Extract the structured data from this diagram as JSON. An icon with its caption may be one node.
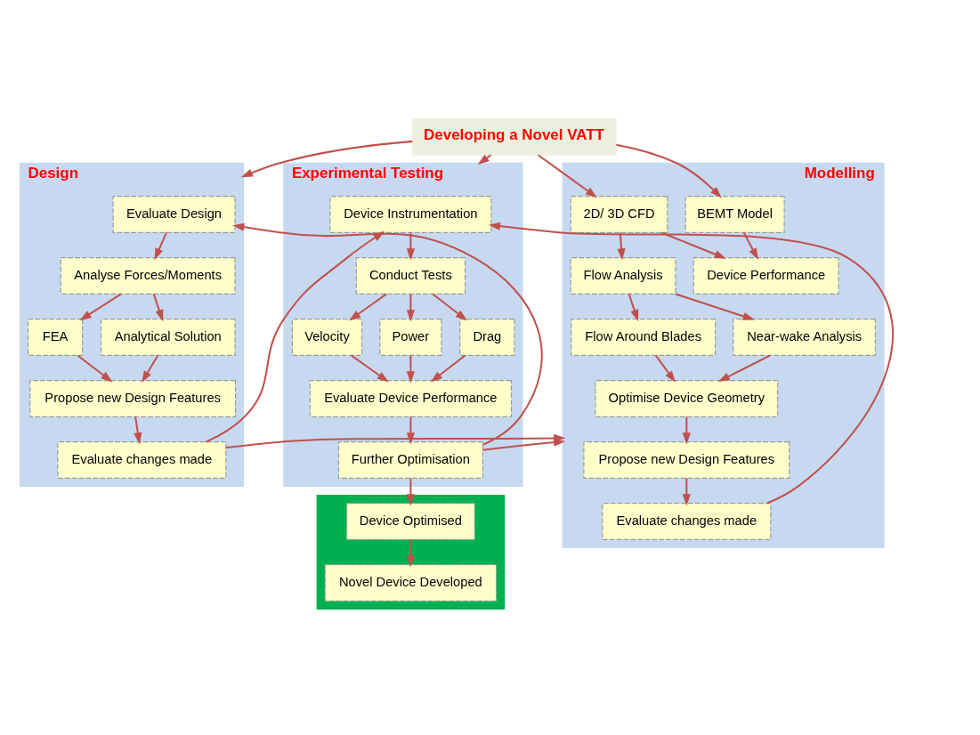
{
  "diagram": {
    "nodes": [
      {
        "text": [
          "Developing a Novel VATT"
        ]
      },
      {
        "text": [
          "Design"
        ]
      },
      {
        "text": [
          "Experimental Testing"
        ]
      },
      {
        "text": [
          "Modelling"
        ]
      },
      {
        "text": [],
        "shape": "box"
      },
      {
        "text": [
          "Evaluate Design"
        ],
        "in": 1
      },
      {
        "text": [
          "Analyse Forces/Moments"
        ],
        "in": 1
      },
      {
        "text": [
          "FEA"
        ],
        "in": 1
      },
      {
        "text": [
          "Analytical Solution"
        ],
        "in": 1
      },
      {
        "text": [
          "Propose new Design Features"
        ],
        "in": 1
      },
      {
        "text": [
          "Evaluate changes made"
        ],
        "in": 1
      },
      {
        "text": [
          "Device Instrumentation"
        ],
        "in": 2
      },
      {
        "text": [
          "Conduct Tests"
        ],
        "in": 2
      },
      {
        "text": [
          "Velocity"
        ],
        "in": 2
      },
      {
        "text": [
          "Power"
        ],
        "in": 2
      },
      {
        "text": [
          "Drag"
        ],
        "in": 2
      },
      {
        "text": [
          "Evaluate Device Performance"
        ],
        "in": 2
      },
      {
        "text": [
          "Further Optimisation"
        ],
        "in": 2
      },
      {
        "text": [
          "Device Optimised"
        ],
        "in": 4
      },
      {
        "text": [
          "Novel Device Developed"
        ],
        "in": 4
      },
      {
        "text": [
          "2D/ 3D CFD"
        ],
        "in": 3
      },
      {
        "text": [
          "BEMT Model"
        ],
        "in": 3
      },
      {
        "text": [
          "Flow Analysis"
        ],
        "in": 3
      },
      {
        "text": [
          "Device Performance"
        ],
        "in": 3
      },
      {
        "text": [
          "Flow Around Blades"
        ],
        "in": 3
      },
      {
        "text": [
          "Near-wake Analysis"
        ],
        "in": 3
      },
      {
        "text": [
          "Optimise Device Geometry"
        ],
        "in": 3
      },
      {
        "text": [
          "Propose new Design Features"
        ],
        "in": 3
      },
      {
        "text": [
          "Evaluate changes made"
        ],
        "in": 3
      }
    ],
    "edges": [
      {
        "from": 0,
        "to": 1,
        "arrow": "to"
      },
      {
        "from": 0,
        "to": 2,
        "arrow": "to"
      },
      {
        "from": 0,
        "to": 20,
        "arrow": "to"
      },
      {
        "from": 0,
        "to": 21,
        "arrow": "to"
      },
      {
        "from": 5,
        "to": 6,
        "arrow": "to"
      },
      {
        "from": 6,
        "to": 7,
        "arrow": "to"
      },
      {
        "from": 6,
        "to": 8,
        "arrow": "to"
      },
      {
        "from": 7,
        "to": 9,
        "arrow": "to"
      },
      {
        "from": 8,
        "to": 9,
        "arrow": "to"
      },
      {
        "from": 9,
        "to": 10,
        "arrow": "to"
      },
      {
        "from": 10,
        "to": 11,
        "arrow": "to"
      },
      {
        "from": 10,
        "to": 3,
        "arrow": "to"
      },
      {
        "from": 11,
        "to": 12,
        "arrow": "to"
      },
      {
        "from": 12,
        "to": 13,
        "arrow": "to"
      },
      {
        "from": 12,
        "to": 14,
        "arrow": "to"
      },
      {
        "from": 12,
        "to": 15,
        "arrow": "to"
      },
      {
        "from": 13,
        "to": 16,
        "arrow": "to"
      },
      {
        "from": 14,
        "to": 16,
        "arrow": "to"
      },
      {
        "from": 15,
        "to": 16,
        "arrow": "to"
      },
      {
        "from": 16,
        "to": 17,
        "arrow": "to"
      },
      {
        "from": 17,
        "to": 5,
        "arrow": "to"
      },
      {
        "from": 17,
        "to": 3,
        "arrow": "to"
      },
      {
        "from": 17,
        "to": 18,
        "arrow": "to"
      },
      {
        "from": 18,
        "to": 19,
        "arrow": "to"
      },
      {
        "from": 20,
        "to": 22,
        "arrow": "to"
      },
      {
        "from": 20,
        "to": 23,
        "arrow": "to"
      },
      {
        "from": 21,
        "to": 23,
        "arrow": "to"
      },
      {
        "from": 22,
        "to": 24,
        "arrow": "to"
      },
      {
        "from": 22,
        "to": 25,
        "arrow": "to"
      },
      {
        "from": 24,
        "to": 26,
        "arrow": "to"
      },
      {
        "from": 25,
        "to": 26,
        "arrow": "to"
      },
      {
        "from": 26,
        "to": 27,
        "arrow": "to"
      },
      {
        "from": 27,
        "to": 28,
        "arrow": "to"
      },
      {
        "from": 28,
        "to": 11,
        "arrow": "to"
      }
    ]
  }
}
